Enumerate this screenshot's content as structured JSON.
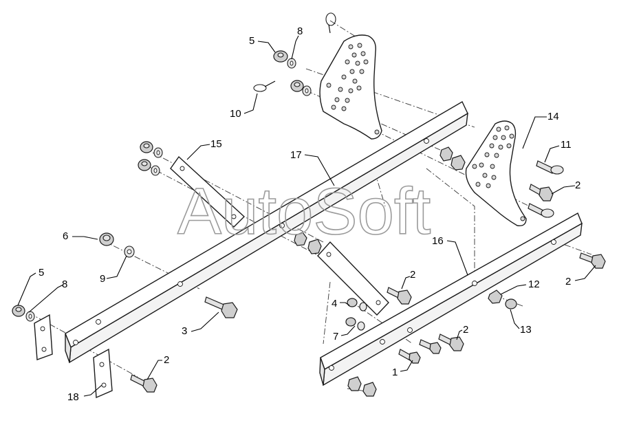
{
  "watermark": "AutoSoft",
  "callouts": {
    "c5_top": "5",
    "c8_top": "8",
    "c10": "10",
    "c14": "14",
    "c11": "11",
    "c2_right_upper": "2",
    "c15": "15",
    "c17": "17",
    "c16": "16",
    "c6": "6",
    "c9": "9",
    "c5_left": "5",
    "c8_left": "8",
    "c3": "3",
    "c2_center": "2",
    "c4": "4",
    "c7": "7",
    "c12": "12",
    "c2_right": "2",
    "c13": "13",
    "c2_bottom": "2",
    "c1": "1",
    "c2_left": "2",
    "c18": "18"
  },
  "icons": {
    "bolt": "bolt-icon",
    "nut": "nut-icon",
    "washer": "washer-icon",
    "pin": "pin-icon"
  }
}
